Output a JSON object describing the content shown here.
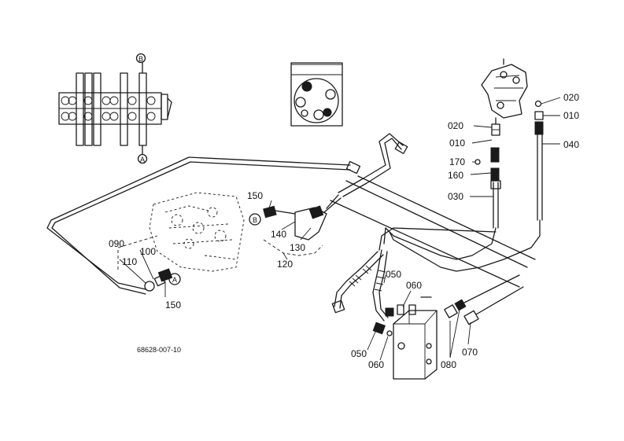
{
  "callouts": {
    "c020a": "020",
    "c010a": "010",
    "c020b": "020",
    "c010b": "010",
    "c040": "040",
    "c170": "170",
    "c160": "160",
    "c030": "030",
    "c150a": "150",
    "c140": "140",
    "c130": "130",
    "c120": "120",
    "c090": "090",
    "c110": "110",
    "c100": "100",
    "c150b": "150",
    "c050a": "050",
    "c060a": "060",
    "c050b": "050",
    "c060b": "060",
    "c080": "080",
    "c070": "070"
  },
  "markers": {
    "A_top": "A",
    "B_top": "B",
    "B_mid": "B",
    "A_low": "A"
  },
  "figure_code": "68628-007-10"
}
